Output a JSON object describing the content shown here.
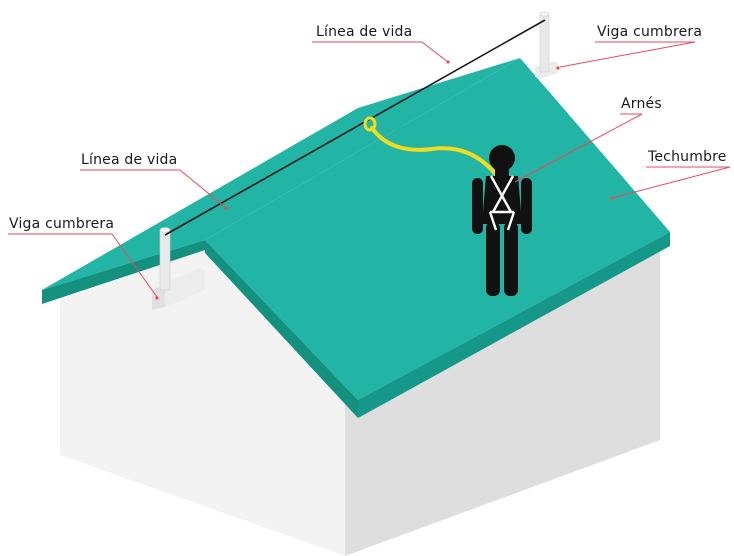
{
  "labels": {
    "linea_vida_top": "Línea de vida",
    "viga_top": "Viga cumbrera",
    "arnes": "Arnés",
    "techumbre": "Techumbre",
    "linea_vida_left": "Línea de vida",
    "viga_left": "Viga cumbrera"
  },
  "colors": {
    "roof_top": "#22b5a6",
    "roof_edge": "#14907f",
    "wall_light": "#eeeeee",
    "wall_shadow": "#d9d9d9",
    "leader": "#e84a5a",
    "lifeline": "#1a1a1a",
    "lanyard": "#f2dc1c",
    "worker": "#111111",
    "post": "#e8e8e8"
  }
}
